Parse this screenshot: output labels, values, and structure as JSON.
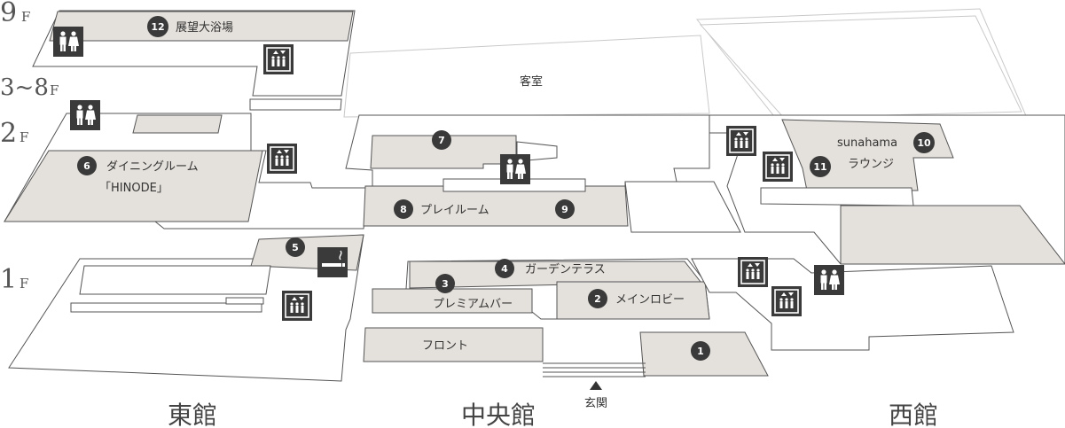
{
  "floors": {
    "f9": "9",
    "f3_8": "3~8",
    "f2": "2",
    "f1": "1",
    "suffix": "F"
  },
  "buildings": {
    "east": "東館",
    "central": "中央館",
    "west": "西館"
  },
  "rooms": {
    "guest_rooms": "客室",
    "observation_bath": "展望大浴場",
    "dining": "ダイニングルーム",
    "dining_sub": "「HINODE」",
    "playroom": "プレイルーム",
    "lounge_name": "sunahama",
    "lounge": "ラウンジ",
    "garden_terrace": "ガーデンテラス",
    "premium_bar": "プレミアムバー",
    "main_lobby": "メインロビー",
    "front": "フロント"
  },
  "entrance": "玄関",
  "markers": {
    "m1": "1",
    "m2": "2",
    "m3": "3",
    "m4": "4",
    "m5": "5",
    "m6": "6",
    "m7": "7",
    "m8": "8",
    "m9": "9",
    "m10": "10",
    "m11": "11",
    "m12": "12"
  },
  "icons": [
    "restroom-icon",
    "elevator-icon",
    "smoking-area-icon",
    "entrance-arrow-icon"
  ],
  "colors": {
    "area_fill": "#e4e0db",
    "line": "#555555",
    "icon_bg": "#3a3a3a",
    "marker_bg": "#3a3a3a"
  }
}
